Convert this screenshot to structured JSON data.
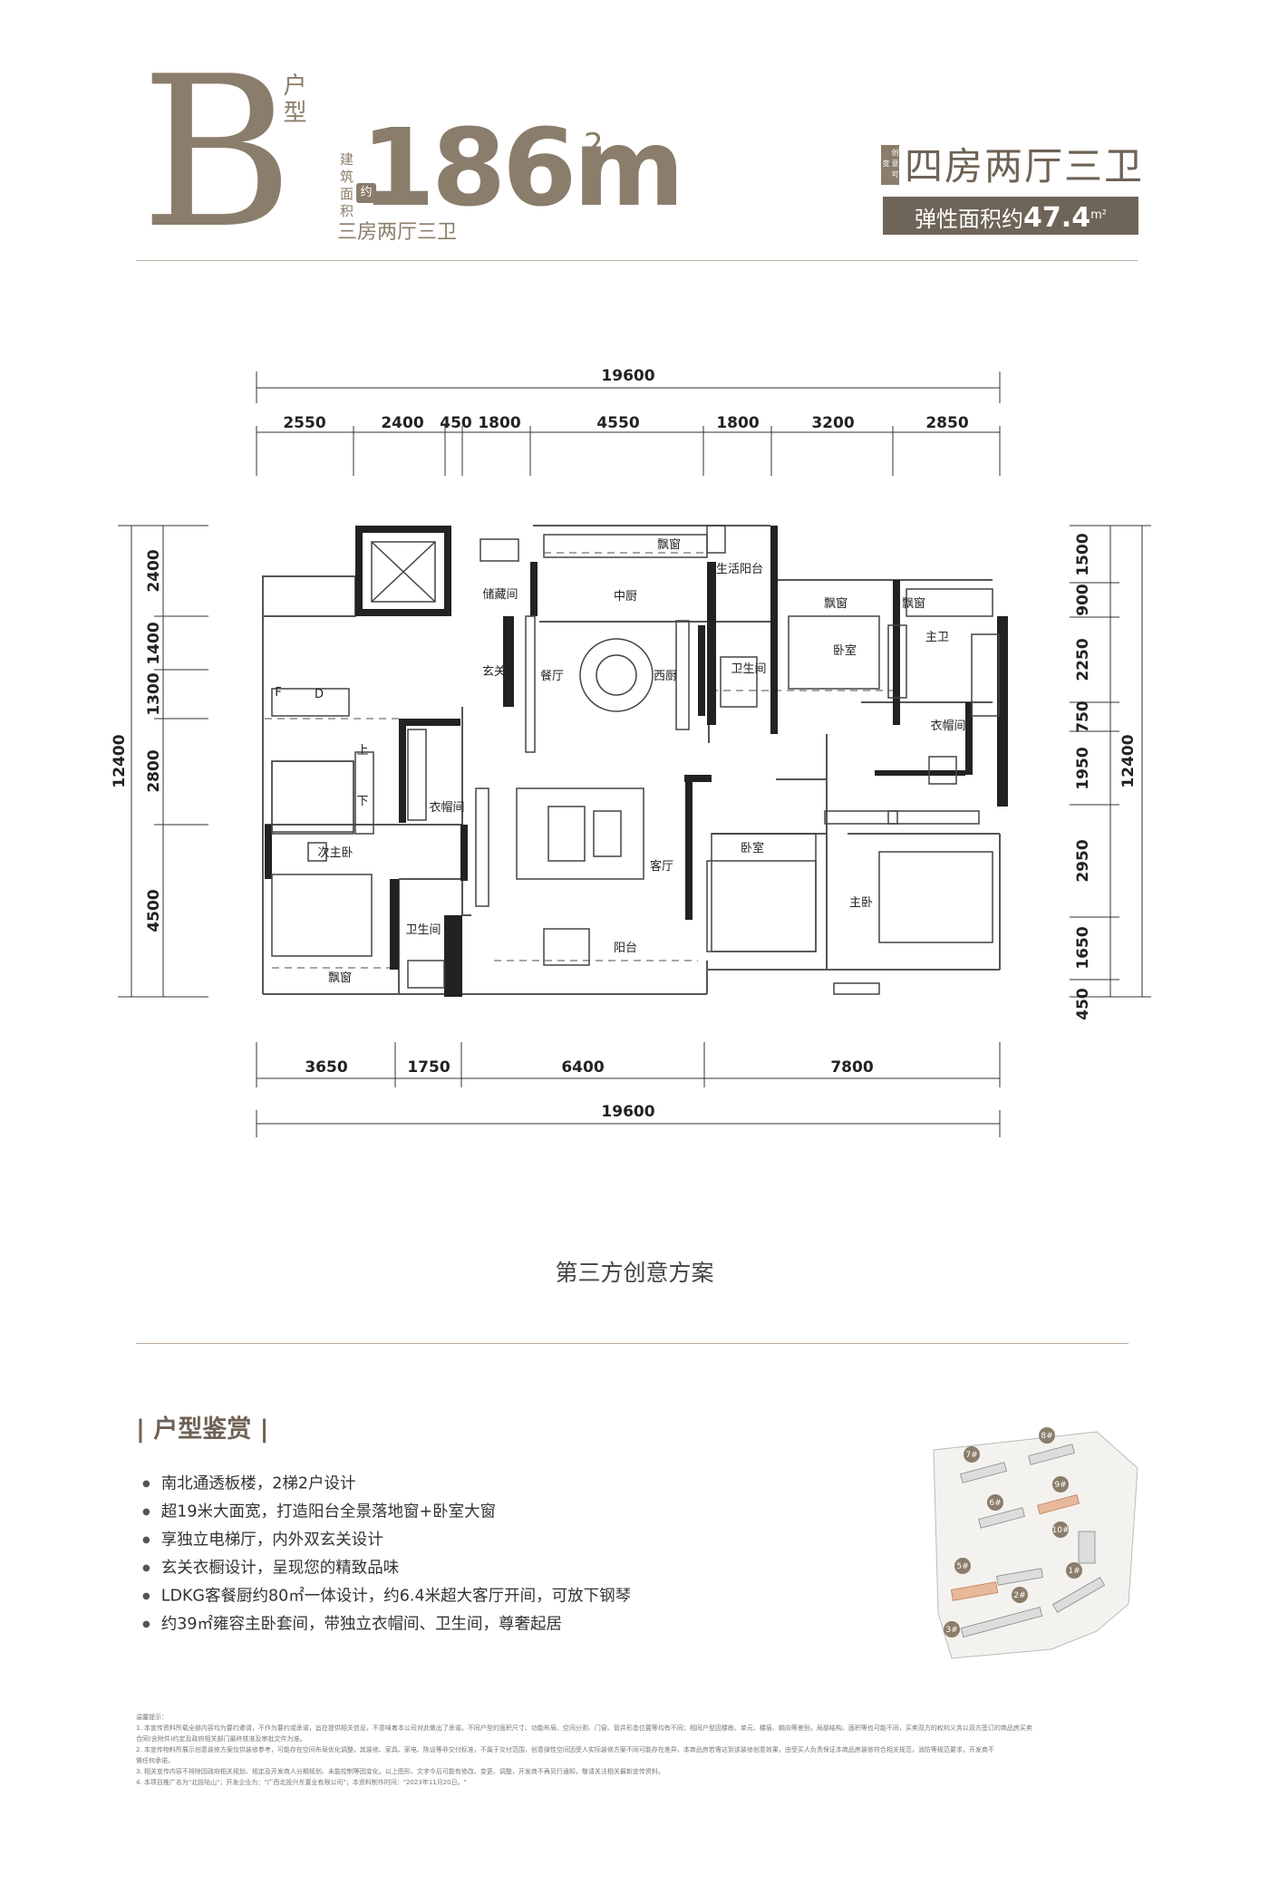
{
  "header": {
    "type_letter": "B",
    "type_label": "户型",
    "area_label": "建筑面积",
    "approx": "约",
    "area_value": "186m",
    "area_sup": "2",
    "original_layout": "三房两厅三卫",
    "origin_badge": "创意可变",
    "converted_layout": "四房两厅三卫",
    "elastic_label": "弹性面积约",
    "elastic_value": "47.4",
    "elastic_unit": "m²"
  },
  "plan": {
    "top_total": "19600",
    "top_segments": [
      "2550",
      "2400",
      "450",
      "1800",
      "4550",
      "1800",
      "3200",
      "2850"
    ],
    "bottom_segments": [
      "3650",
      "1750",
      "6400",
      "7800"
    ],
    "bottom_total": "19600",
    "left_total": "12400",
    "left_segments": [
      "2400",
      "1400",
      "1300",
      "2800",
      "4500"
    ],
    "right_segments": [
      "1500",
      "900",
      "2250",
      "750",
      "1950",
      "2950",
      "1650",
      "450"
    ],
    "right_total": "12400",
    "rooms": {
      "storage": "储藏间",
      "bay1": "飘窗",
      "middle_kitchen": "中厨",
      "service_balcony": "生活阳台",
      "entrance": "玄关",
      "dining": "餐厅",
      "western_kitchen": "西厨",
      "bathroom": "卫生间",
      "bay2": "飘窗",
      "bedroom": "卧室",
      "bay3": "飘窗",
      "master_bath": "主卫",
      "walk_in": "衣帽间",
      "cloak": "衣帽间",
      "up": "上",
      "down": "下",
      "fire": "F",
      "d_lift": "D",
      "second_bed": "次主卧",
      "bathroom2": "卫生间",
      "bay4": "飘窗",
      "living": "客厅",
      "balcony": "阳台",
      "bedroom2": "卧室",
      "master_bed": "主卧"
    }
  },
  "caption": "第三方创意方案",
  "features": {
    "title": "| 户型鉴赏 |",
    "items": [
      "南北通透板楼，2梯2户设计",
      "超19米大面宽，打造阳台全景落地窗+卧室大窗",
      "享独立电梯厅，内外双玄关设计",
      "玄关衣橱设计，呈现您的精致品味",
      "LDKG客餐厨约80㎡一体设计，约6.4米超大客厅开间，可放下钢琴",
      "约39㎡雍容主卧套间，带独立衣帽间、卫生间，尊奢起居"
    ]
  },
  "siteplan": {
    "buildings": [
      "7#",
      "8#",
      "6#",
      "9#",
      "10#",
      "5#",
      "2#",
      "1#",
      "3#"
    ]
  },
  "disclaimer": [
    "温馨提示：",
    "1. 本宣传资料所载全部内容均为要约邀请，不作为要约或承诺，旨在提供相关信息，不意味着本公司对此做出了承诺。不同户型的面积尺寸、功能布局、空间分割、门窗、管井形态位置等均有不同；相同户型因楼栋、单元、楼层、朝向等差别，局部结构、面积等也可能不同，买卖双方的权利义务以双方签订的商品房买卖",
    "合同(含附件)约定及政府相关部门最终核准及审批文件为准。",
    "2. 本宣传物料所展示创意装修方案仅供装修参考，可能存在空间布局优化调整，其装修、家具、家电、陈设等非交付标准，不属于交付范围，创意弹性空间因受人实际装修方案不同可能存在差异，本商品房若需达到该装修创意效果，由受买人负责保证本商品房装修符合相关规范，消防等规范要求，开发商不",
    "做任何承诺。",
    "3. 相关宣传内容不排除因政府相关规划、规定及开发商人分期规划、未能控制等因变化，以上图形、文字今后可能有修改、变更、调整，开发商不再另行通知，敬请关注相关最新宣传资料。",
    "4. 本项目推广名为\"北投陆山\"；开发企业为：\"广西北投兴东置业有限公司\"；本资料制作时间：\"2023年11月20日。\""
  ]
}
